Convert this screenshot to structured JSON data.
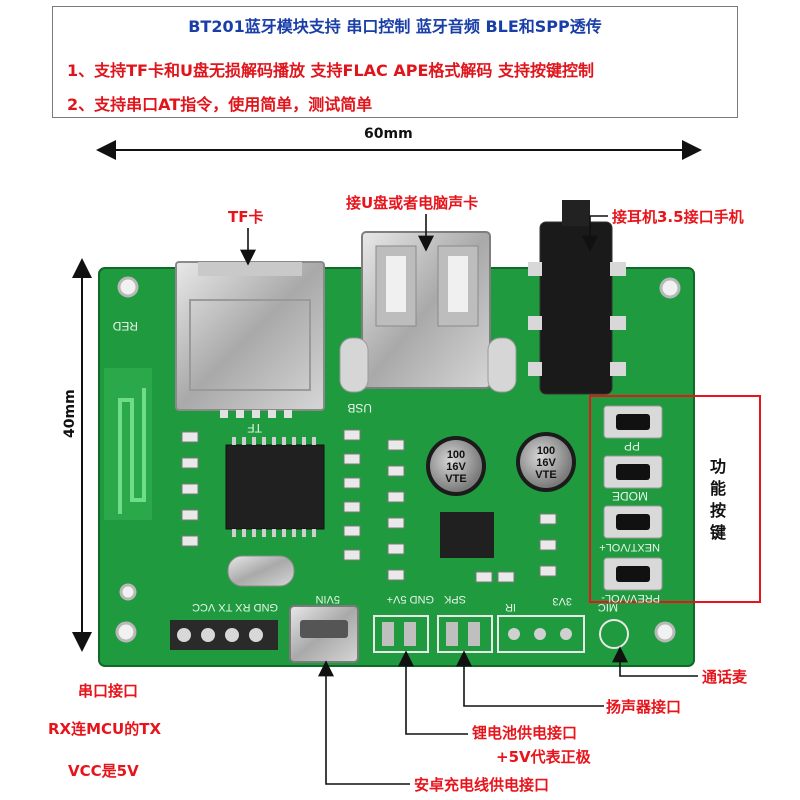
{
  "header": {
    "line1": "BT201蓝牙模块支持 串口控制 蓝牙音频 BLE和SPP透传",
    "line2": "1、支持TF卡和U盘无损解码播放 支持FLAC APE格式解码 支持按键控制",
    "line3": "2、支持串口AT指令，使用简单，测试简单"
  },
  "dimensions": {
    "width": "60mm",
    "height": "40mm"
  },
  "callouts": {
    "tf": "TF卡",
    "usb": "接U盘或者电脑声卡",
    "headphone": "接耳机3.5接口手机",
    "buttons": "功能按键",
    "mic": "通话麦",
    "uart": "串口接口",
    "rx": "RX连MCU的TX",
    "vcc": "VCC是5V",
    "speaker": "扬声器接口",
    "battery1": "锂电池供电接口",
    "battery2": "+5V代表正极",
    "android": "安卓充电线供电接口"
  },
  "silkscreen": {
    "red_led": "RED",
    "usb": "USB",
    "tf": "TF",
    "pp": "PP",
    "mode": "MODE",
    "next": "NEXT/VOL+",
    "prev": "PREV/VOL-",
    "uart_pins": "GND RX TX VCC",
    "power_pins": "GND 5V+",
    "vin": "5VIN",
    "spk": "SPK",
    "ir": "IR",
    "v33": "3V3",
    "mic": "MIC",
    "cap1": [
      "100",
      "16V",
      "VTE"
    ],
    "cap2": [
      "100",
      "16V",
      "VTE"
    ]
  },
  "colors": {
    "pcb": "#1f9a3e",
    "pcb_light": "#3fc25c",
    "callout_red": "#e8141b",
    "header_blue": "#1a3ea8"
  }
}
